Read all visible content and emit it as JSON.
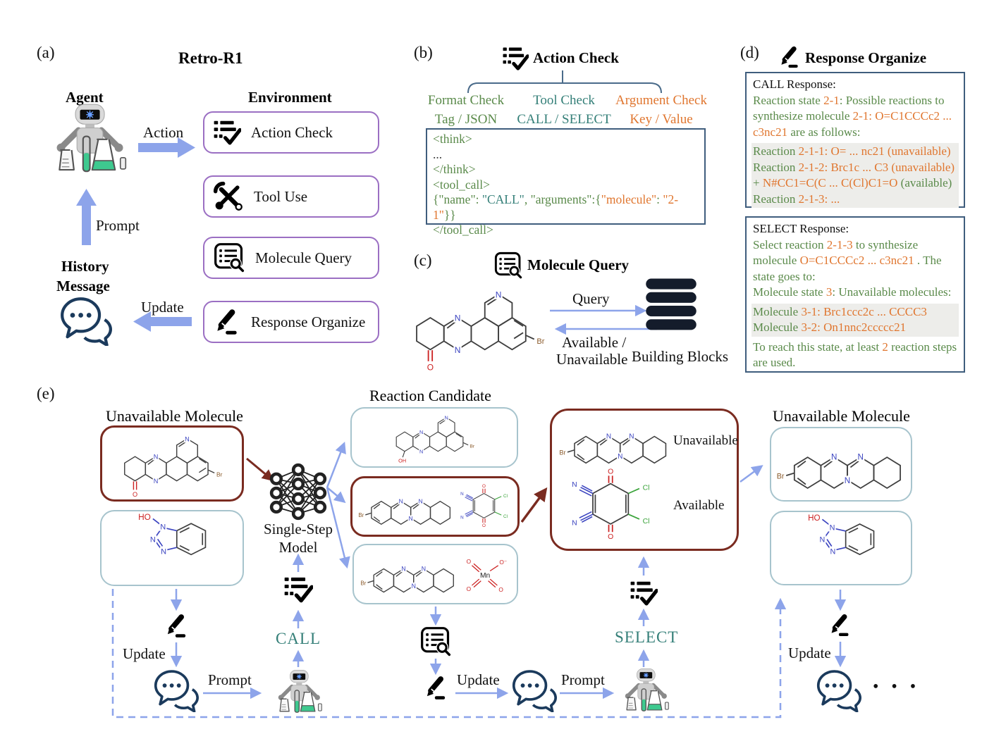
{
  "colors": {
    "green": "#5a8a4a",
    "teal": "#347f78",
    "orange": "#e0762f",
    "purple": "#9b6fc3",
    "arrow_blue": "#8da4ea",
    "box_blue": "#3f5d7d",
    "dark_red": "#7a2b20",
    "light_blue": "#a7c4cd",
    "navy": "#1b3a5c"
  },
  "icons": {
    "action_check": "checklist-icon",
    "tool_use": "tools-icon",
    "molecule_query": "list-search-icon",
    "response_organize": "pencil-icon",
    "history": "chat-bubbles-icon",
    "database": "database-icon",
    "agent": "robot-icon",
    "model": "neural-net-icon"
  },
  "panel_a": {
    "tag": "(a)",
    "title": "Retro-R1",
    "agent": "Agent",
    "environment": "Environment",
    "action": "Action",
    "prompt": "Prompt",
    "update": "Update",
    "history_line1": "History",
    "history_line2": "Message",
    "env_boxes": [
      {
        "label": "Action Check"
      },
      {
        "label": "Tool Use"
      },
      {
        "label": "Molecule Query"
      },
      {
        "label": "Response Organize"
      }
    ]
  },
  "panel_b": {
    "tag": "(b)",
    "title": "Action Check",
    "checks": [
      {
        "name": "Format Check",
        "sub": "Tag / JSON"
      },
      {
        "name": "Tool Check",
        "sub": "CALL / SELECT"
      },
      {
        "name": "Argument Check",
        "sub": "Key / Value"
      }
    ],
    "code": [
      [
        {
          "t": "<think>",
          "c": "g"
        }
      ],
      [
        {
          "t": "...",
          "c": "d"
        }
      ],
      [
        {
          "t": "</think>",
          "c": "g"
        }
      ],
      [
        {
          "t": "<tool_call>",
          "c": "g"
        }
      ],
      [
        {
          "t": "{\"name\": ",
          "c": "g"
        },
        {
          "t": "\"CALL\"",
          "c": "t"
        },
        {
          "t": ", \"arguments\":{",
          "c": "g"
        },
        {
          "t": "\"molecule\"",
          "c": "o"
        },
        {
          "t": ": ",
          "c": "g"
        },
        {
          "t": "\"2-1\"",
          "c": "o"
        },
        {
          "t": "}}",
          "c": "g"
        }
      ],
      [
        {
          "t": "</tool_call>",
          "c": "g"
        }
      ]
    ]
  },
  "panel_c": {
    "tag": "(c)",
    "title": "Molecule Query",
    "query": "Query",
    "avail_line1": "Available /",
    "avail_line2": "Unavailable",
    "db": "Building Blocks"
  },
  "panel_d": {
    "tag": "(d)",
    "title": "Response Organize",
    "call_box": {
      "header": "CALL Response:",
      "para": [
        {
          "t": "Reaction state ",
          "c": "g"
        },
        {
          "t": "2-1",
          "c": "o"
        },
        {
          "t": ": Possible reactions to synthesize molecule ",
          "c": "g"
        },
        {
          "t": "2-1: O=C1CCCc2 ... c3nc21",
          "c": "o"
        },
        {
          "t": " are as follows:",
          "c": "g"
        }
      ],
      "block": [
        [
          {
            "t": "Reaction ",
            "c": "g"
          },
          {
            "t": "2-1-1: O= ... nc21 (unavailable)",
            "c": "o"
          }
        ],
        [
          {
            "t": "Reaction ",
            "c": "g"
          },
          {
            "t": "2-1-2: Brc1c ... C3 (unavailable)",
            "c": "o"
          }
        ],
        [
          {
            "t": "+ ",
            "c": "g"
          },
          {
            "t": "N#CC1=C(C ... C(Cl)C1=O",
            "c": "o"
          },
          {
            "t": " (available)",
            "c": "g"
          }
        ],
        [
          {
            "t": "Reaction ",
            "c": "g"
          },
          {
            "t": "2-1-3: ...",
            "c": "o"
          }
        ]
      ]
    },
    "select_box": {
      "header": "SELECT Response:",
      "para1": [
        {
          "t": "Select reaction ",
          "c": "g"
        },
        {
          "t": "2-1-3",
          "c": "o"
        },
        {
          "t": " to synthesize molecule ",
          "c": "g"
        },
        {
          "t": "O=C1CCCc2 ... c3nc21",
          "c": "o"
        },
        {
          "t": " . The state goes to:",
          "c": "g"
        }
      ],
      "para2": [
        {
          "t": "Molecule state ",
          "c": "g"
        },
        {
          "t": "3",
          "c": "o"
        },
        {
          "t": ": Unavailable molecules:",
          "c": "g"
        }
      ],
      "block": [
        [
          {
            "t": "Molecule ",
            "c": "g"
          },
          {
            "t": "3-1: Brc1ccc2c ... CCCC3",
            "c": "o"
          }
        ],
        [
          {
            "t": "Molecule ",
            "c": "g"
          },
          {
            "t": "3-2: On1nnc2ccccc21",
            "c": "o"
          }
        ]
      ],
      "para3": [
        {
          "t": "To reach this state, at least ",
          "c": "g"
        },
        {
          "t": "2",
          "c": "o"
        },
        {
          "t": " reaction steps are used.",
          "c": "g"
        }
      ]
    }
  },
  "panel_e": {
    "tag": "(e)",
    "left_title": "Unavailable Molecule",
    "right_title": "Unavailable Molecule",
    "candidate_title": "Reaction Candidate",
    "model_line1": "Single-Step",
    "model_line2": "Model",
    "call": "CALL",
    "select": "SELECT",
    "unavailable": "Unavailable",
    "available": "Available",
    "update1": "Update",
    "update2": "Update",
    "update3": "Update",
    "prompt1": "Prompt",
    "prompt2": "Prompt",
    "ellipsis": "• • •"
  },
  "molecules": {
    "n": "N",
    "o": "O",
    "ho": "HO",
    "oh": "OH",
    "br": "Br",
    "cl": "Cl",
    "mn": "Mn",
    "o_minus": "O⁻"
  }
}
